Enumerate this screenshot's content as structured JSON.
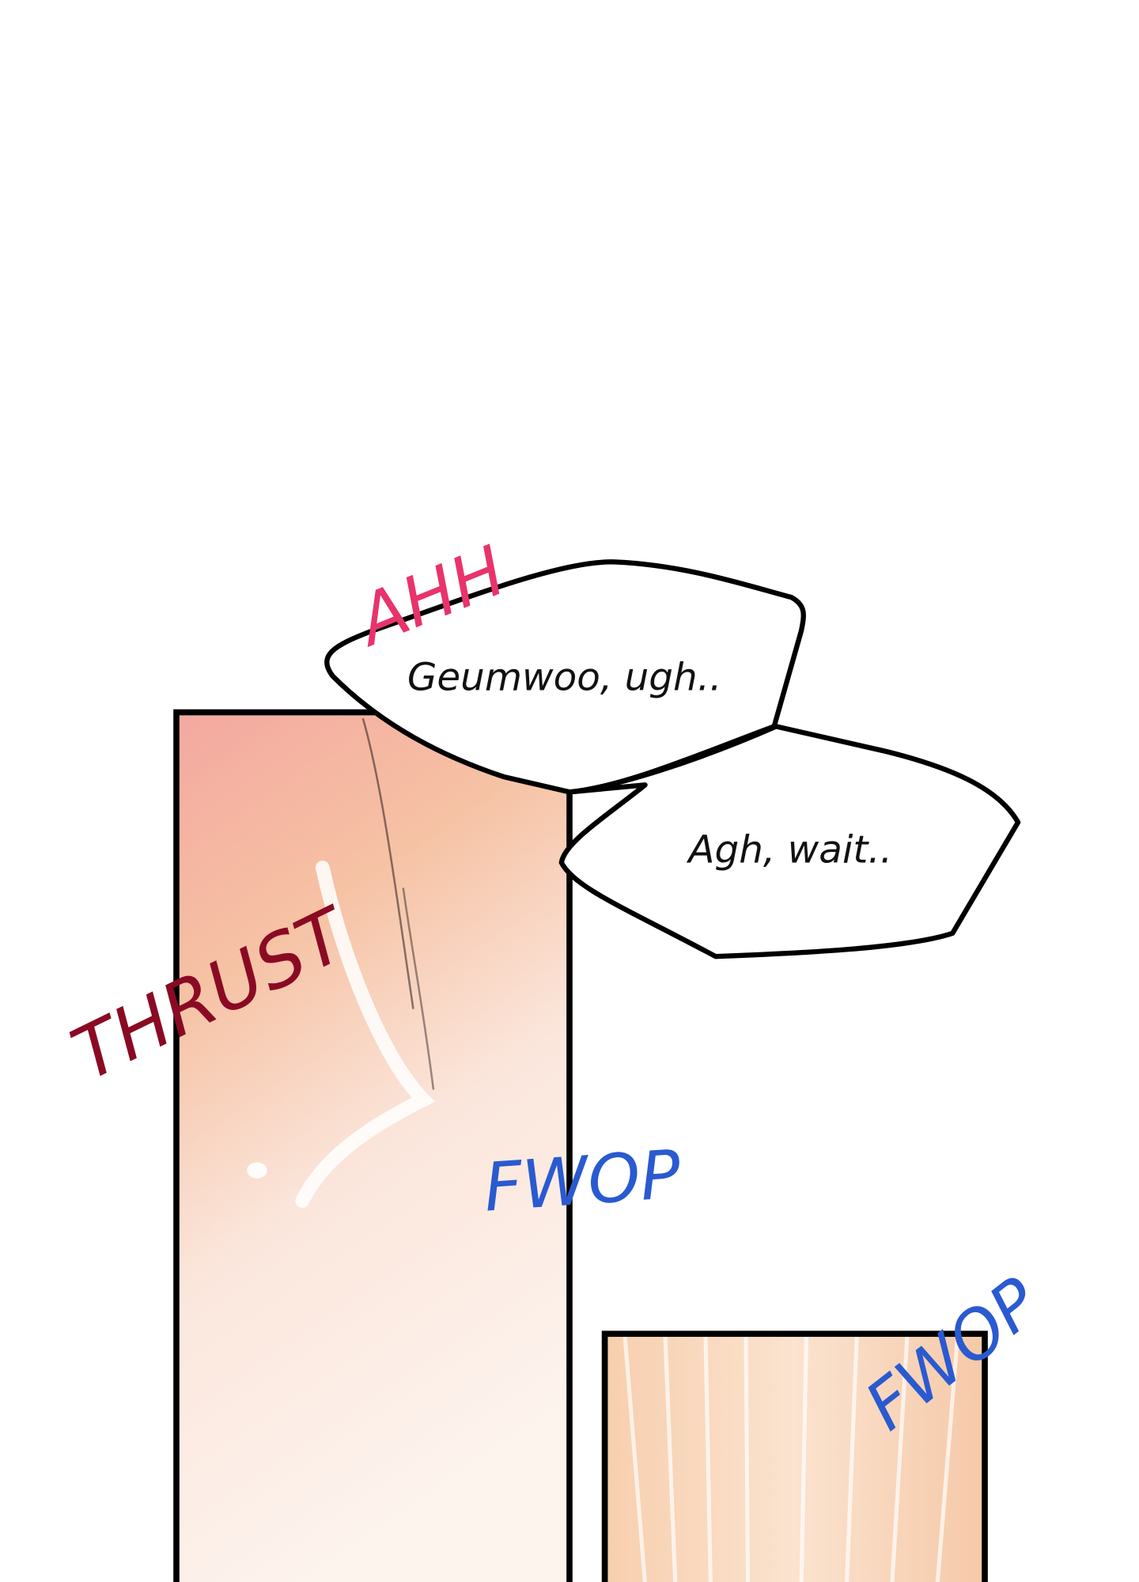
{
  "dialogue": [
    {
      "text": "Geumwoo, ugh.."
    },
    {
      "text": "Agh, wait.."
    }
  ],
  "sound_effects": [
    {
      "text": "AHH",
      "color": "#e8336b"
    },
    {
      "text": "THRUST",
      "color": "#8a0a24"
    },
    {
      "text": "FWOP",
      "color": "#2a5ad0"
    },
    {
      "text": "FWOP",
      "color": "#2a5ad0"
    }
  ]
}
